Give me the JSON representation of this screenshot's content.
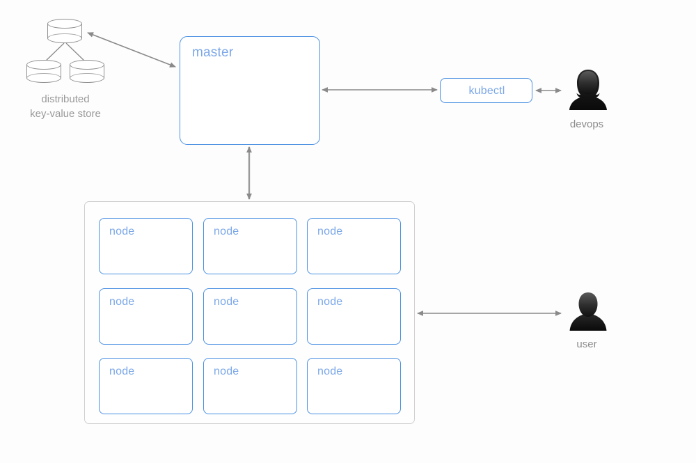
{
  "diagram": {
    "title": "kubernetes-cluster-architecture",
    "colors": {
      "node_border": "#4a90e2",
      "node_text": "#7ba7e8",
      "container_border": "#cfcfcf",
      "arrow": "#8a8a8a",
      "gray_text": "#9a9a9a",
      "background": "#fdfdfd"
    }
  },
  "store": {
    "label_line1": "distributed",
    "label_line2": "key-value store",
    "cylinders": [
      {
        "name": "store-cylinder-top"
      },
      {
        "name": "store-cylinder-left"
      },
      {
        "name": "store-cylinder-right"
      }
    ]
  },
  "master": {
    "label": "master"
  },
  "kubectl": {
    "label": "kubectl"
  },
  "actors": {
    "devops": {
      "label": "devops",
      "icon": "person-female-icon"
    },
    "user": {
      "label": "user",
      "icon": "person-male-icon"
    }
  },
  "cluster": {
    "nodes": [
      {
        "label": "node"
      },
      {
        "label": "node"
      },
      {
        "label": "node"
      },
      {
        "label": "node"
      },
      {
        "label": "node"
      },
      {
        "label": "node"
      },
      {
        "label": "node"
      },
      {
        "label": "node"
      },
      {
        "label": "node"
      }
    ]
  },
  "connections": [
    {
      "name": "store-to-master",
      "from": "distributed key-value store",
      "to": "master",
      "direction": "bidirectional"
    },
    {
      "name": "master-to-kubectl",
      "from": "master",
      "to": "kubectl",
      "direction": "bidirectional"
    },
    {
      "name": "kubectl-to-devops",
      "from": "kubectl",
      "to": "devops",
      "direction": "bidirectional"
    },
    {
      "name": "master-to-cluster",
      "from": "master",
      "to": "node cluster",
      "direction": "bidirectional"
    },
    {
      "name": "cluster-to-user",
      "from": "node cluster",
      "to": "user",
      "direction": "bidirectional"
    }
  ]
}
